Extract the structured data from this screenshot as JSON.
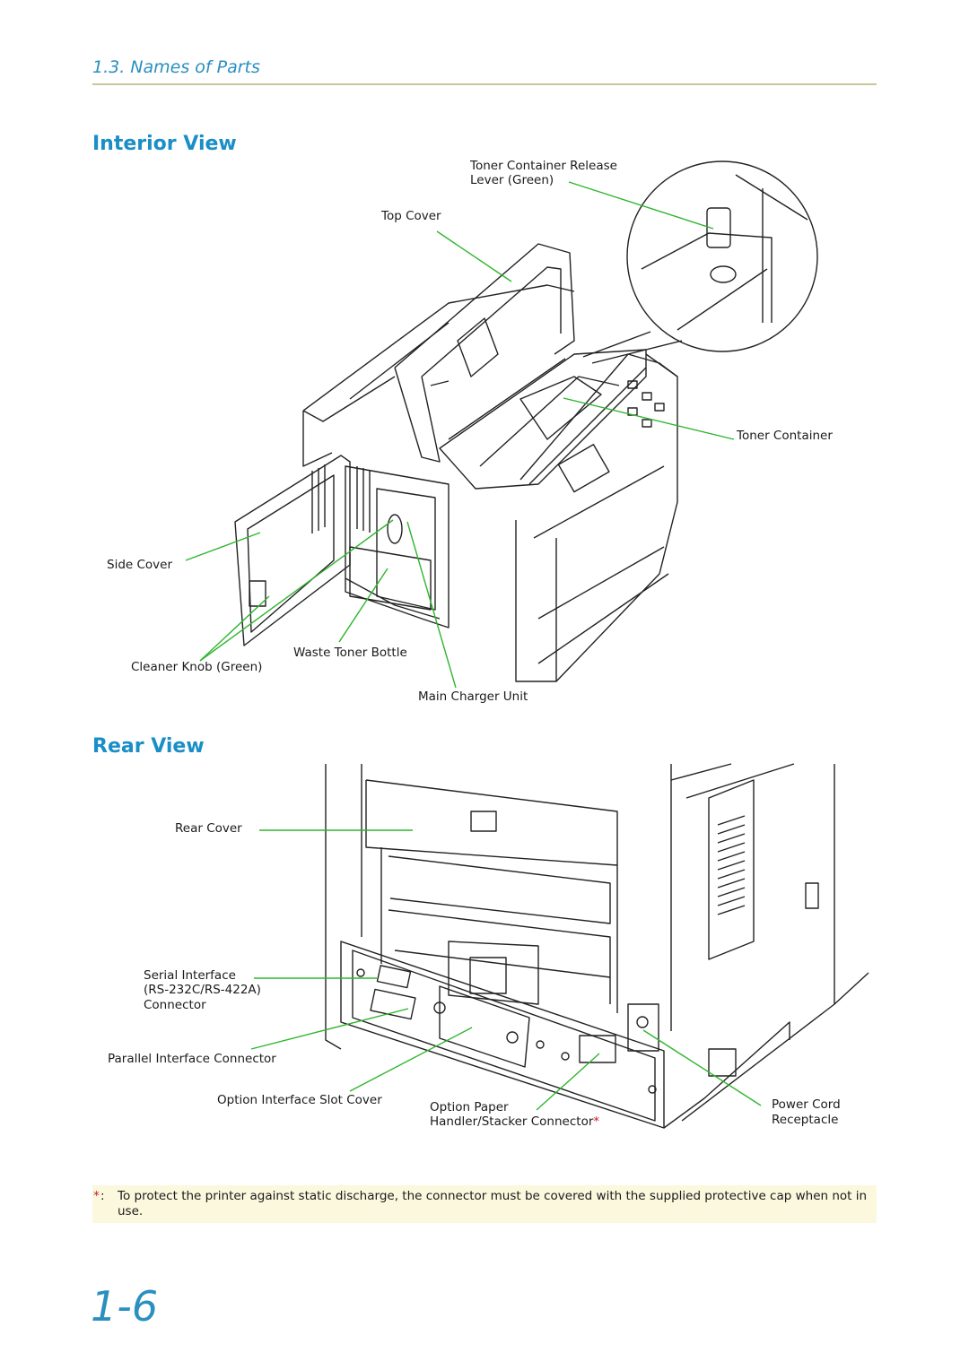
{
  "header": {
    "section_title": "1.3. Names of Parts"
  },
  "interior_view": {
    "heading": "Interior View",
    "labels": {
      "toner_release_line1": "Toner Container Release",
      "toner_release_line2": "Lever (Green)",
      "top_cover": "Top Cover",
      "toner_container": "Toner Container",
      "side_cover": "Side Cover",
      "waste_toner_bottle": "Waste Toner Bottle",
      "cleaner_knob": "Cleaner Knob (Green)",
      "main_charger_unit": "Main Charger Unit"
    }
  },
  "rear_view": {
    "heading": "Rear View",
    "labels": {
      "rear_cover": "Rear Cover",
      "serial_line1": "Serial Interface",
      "serial_line2": "(RS-232C/RS-422A)",
      "serial_line3": "Connector",
      "parallel": "Parallel Interface Connector",
      "option_slot": "Option Interface Slot Cover",
      "option_paper_line1": "Option Paper",
      "option_paper_line2": "Handler/Stacker Connector",
      "option_paper_mark": "*",
      "power_line1": "Power Cord",
      "power_line2": "Receptacle"
    }
  },
  "footnote": {
    "mark": "*",
    "colon": ":",
    "text": "To protect the printer against static discharge, the connector must be covered with the supplied protective cap when not in use."
  },
  "page_number": "1-6",
  "colors": {
    "accent_blue": "#1a8ec6",
    "leader_green": "#2fb52f",
    "note_red": "#d0182a",
    "rule": "#c9c79a"
  }
}
